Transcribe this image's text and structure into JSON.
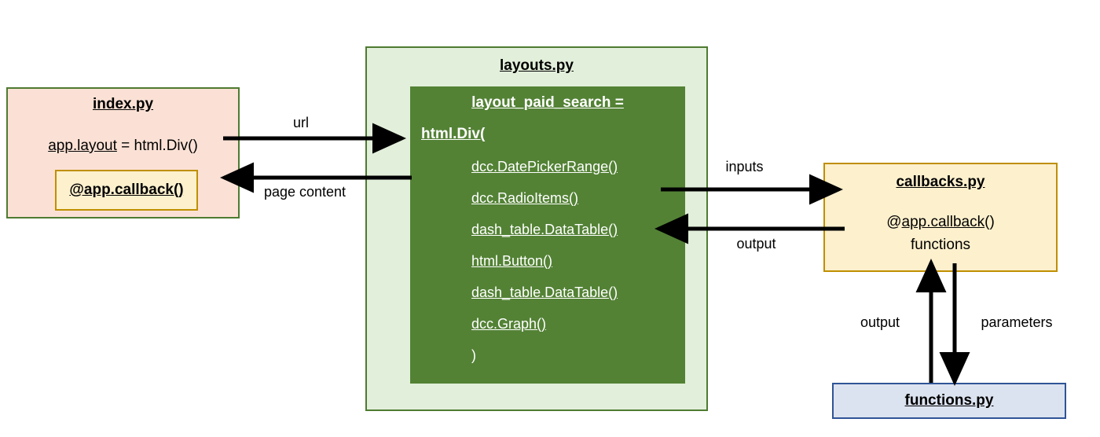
{
  "diagram": {
    "title": "Dash application architecture flow",
    "colors": {
      "index_fill": "#fbe1d5",
      "index_border": "#4e7b31",
      "layouts_outer_fill": "#e2efda",
      "layouts_inner_fill": "#538235",
      "callbacks_fill": "#fdf0cd",
      "callbacks_border": "#bf8f00",
      "functions_fill": "#dce3f0",
      "functions_border": "#2f5496",
      "arrow": "#000000"
    }
  },
  "index_node": {
    "title": "index.py",
    "layout_prefix": "app.layout",
    "layout_suffix": " = html.Div()",
    "callback_chip": "@app.callback()"
  },
  "layouts_node": {
    "title": "layouts.py",
    "heading": "layout_paid_search =",
    "div_open": "html.Div(",
    "children": [
      "dcc.DatePickerRange()",
      "dcc.RadioItems()",
      "dash_table.DataTable()",
      "html.Button()",
      "dash_table.DataTable()",
      "dcc.Graph()"
    ],
    "div_close": ")"
  },
  "callbacks_node": {
    "title": "callbacks.py",
    "decorator_prefix": "@",
    "decorator_name": "app.callback",
    "decorator_suffix": "()",
    "subtitle": "functions"
  },
  "functions_node": {
    "title": "functions.py"
  },
  "edges": [
    {
      "label": "url",
      "from": "index.py",
      "to": "layouts.py",
      "direction": "right"
    },
    {
      "label": "page content",
      "from": "layouts.py",
      "to": "index.py",
      "direction": "left"
    },
    {
      "label": "inputs",
      "from": "layouts.py",
      "to": "callbacks.py",
      "direction": "right"
    },
    {
      "label": "output",
      "from": "callbacks.py",
      "to": "layouts.py",
      "direction": "left"
    },
    {
      "label": "output",
      "from": "functions.py",
      "to": "callbacks.py",
      "direction": "up"
    },
    {
      "label": "parameters",
      "from": "callbacks.py",
      "to": "functions.py",
      "direction": "down"
    }
  ]
}
